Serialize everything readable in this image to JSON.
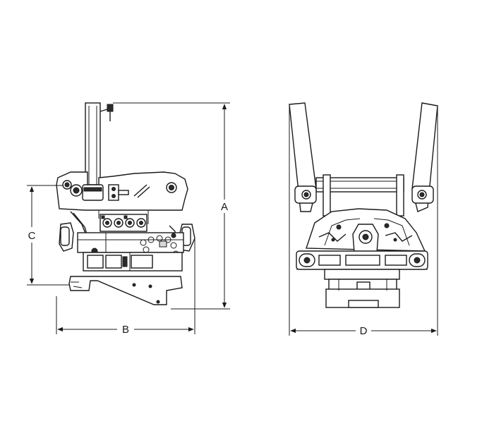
{
  "dimensions": {
    "A": "A",
    "B": "B",
    "C": "C",
    "D": "D"
  },
  "views": {
    "side": "side-view",
    "front": "front-view"
  }
}
